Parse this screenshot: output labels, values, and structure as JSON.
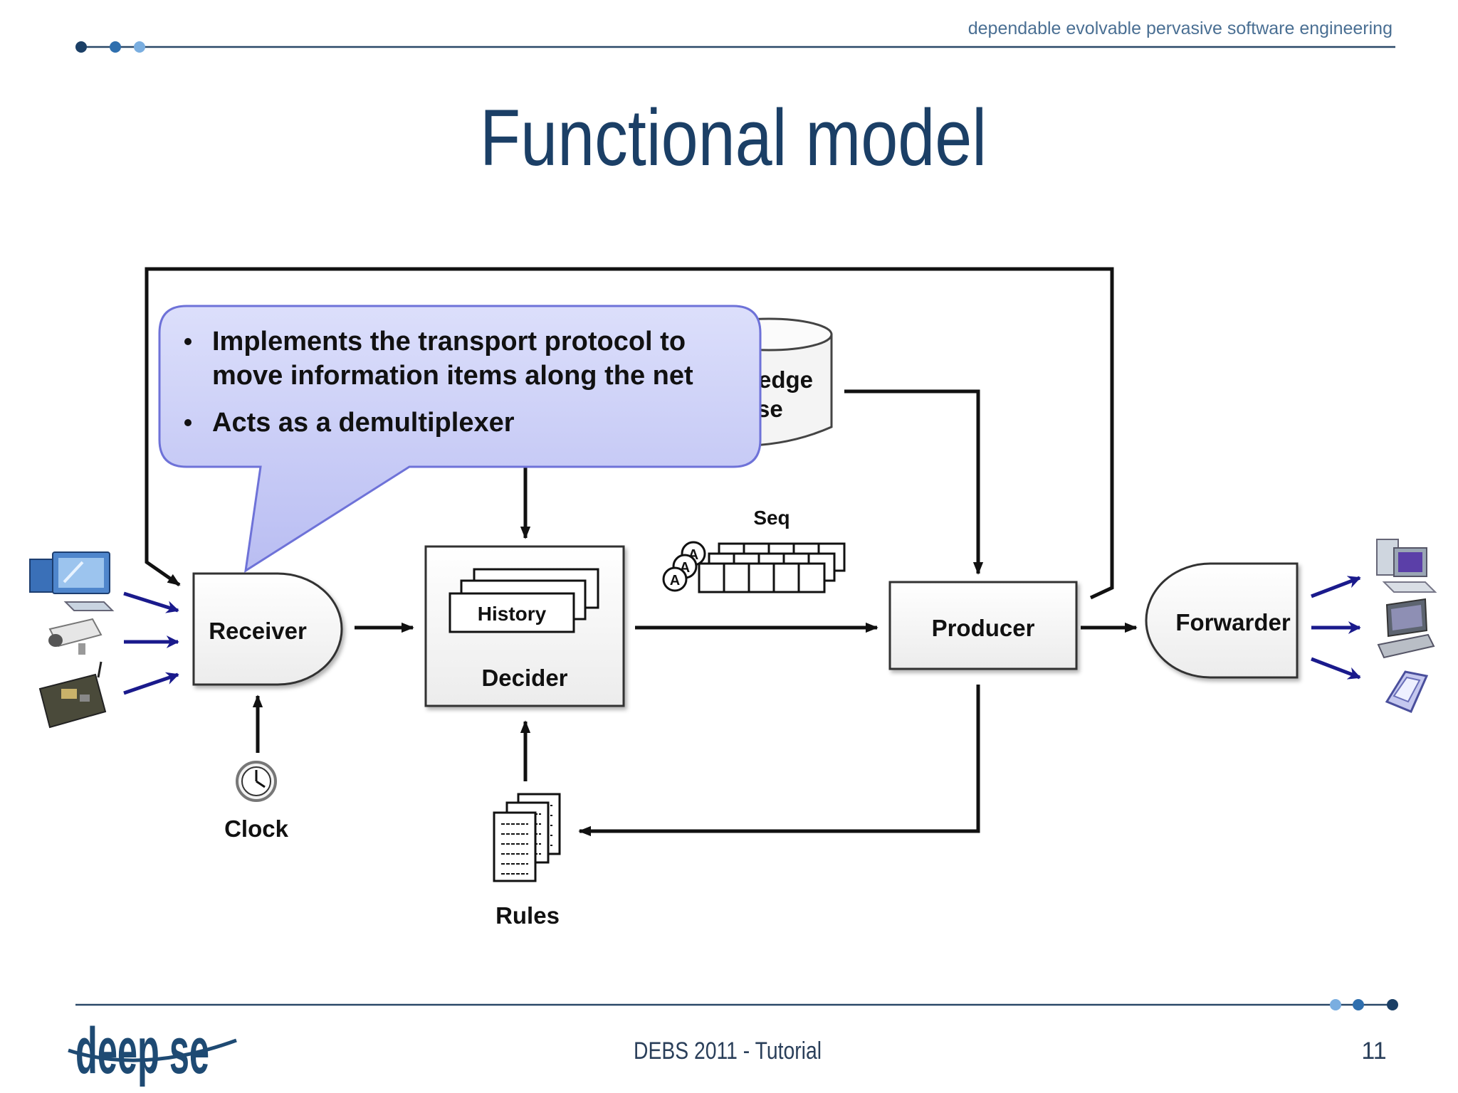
{
  "header": {
    "tagline": "dependable evolvable pervasive software engineering"
  },
  "title": "Functional model",
  "diagram": {
    "receiver": "Receiver",
    "decider": "Decider",
    "history": "History",
    "producer": "Producer",
    "forwarder": "Forwarder",
    "knowledge_base_fragment": [
      "edge",
      "se"
    ],
    "seq": "Seq",
    "seq_event_letter": "A",
    "clock": "Clock",
    "rules": "Rules"
  },
  "callout": {
    "lines": [
      "Implements the transport protocol to",
      "move information items along the net",
      "Acts as a demultiplexer"
    ],
    "fill": "#c9cdf7",
    "border": "#6e72d8"
  },
  "footer": {
    "logo": "deep se",
    "event": "DEBS 2011 - Tutorial",
    "page": "11"
  },
  "colors": {
    "accent": "#1b3f66",
    "arrow_blue": "#1a1a8c"
  }
}
